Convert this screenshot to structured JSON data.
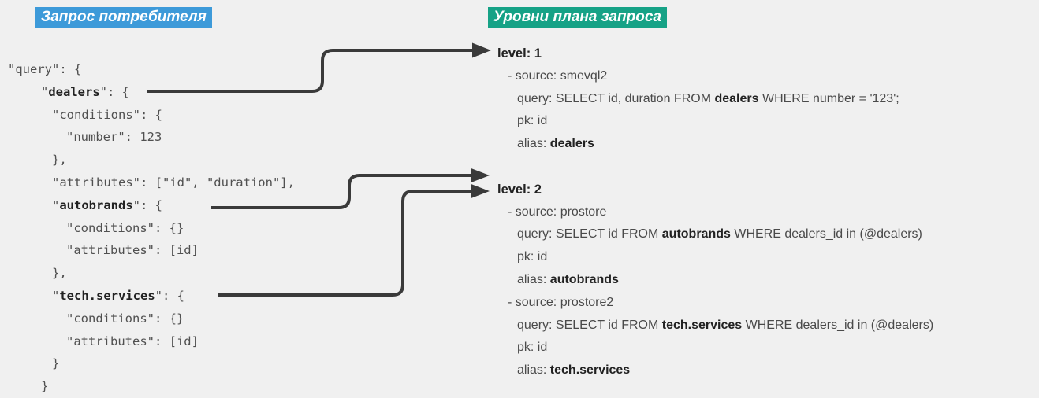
{
  "canvas": {
    "background": "#f0f0f0",
    "arrow_color": "#3a3a3a"
  },
  "left_panel": {
    "title": "Запрос потребителя",
    "title_bg": "#3d9ad9",
    "title_color": "#ffffff",
    "code_lines": [
      {
        "indent": 0,
        "segments": [
          {
            "t": "\"query\": {"
          }
        ]
      },
      {
        "indent": 1,
        "segments": [
          {
            "t": "\""
          },
          {
            "t": "dealers",
            "b": true
          },
          {
            "t": "\": {"
          }
        ]
      },
      {
        "indent": 2,
        "segments": [
          {
            "t": "\"conditions\": {"
          }
        ]
      },
      {
        "indent": 3,
        "segments": [
          {
            "t": "\"number\": 123"
          }
        ]
      },
      {
        "indent": 2,
        "segments": [
          {
            "t": "},"
          }
        ]
      },
      {
        "indent": 2,
        "segments": [
          {
            "t": "\"attributes\": [\"id\", \"duration\"],"
          }
        ]
      },
      {
        "indent": 2,
        "segments": [
          {
            "t": "\""
          },
          {
            "t": "autobrands",
            "b": true
          },
          {
            "t": "\": {"
          }
        ]
      },
      {
        "indent": 3,
        "segments": [
          {
            "t": "\"conditions\": {}"
          }
        ]
      },
      {
        "indent": 3,
        "segments": [
          {
            "t": "\"attributes\": [id]"
          }
        ]
      },
      {
        "indent": 2,
        "segments": [
          {
            "t": "},"
          }
        ]
      },
      {
        "indent": 2,
        "segments": [
          {
            "t": "\""
          },
          {
            "t": "tech.services",
            "b": true
          },
          {
            "t": "\": {"
          }
        ]
      },
      {
        "indent": 3,
        "segments": [
          {
            "t": "\"conditions\": {}"
          }
        ]
      },
      {
        "indent": 3,
        "segments": [
          {
            "t": "\"attributes\": [id]"
          }
        ]
      },
      {
        "indent": 2,
        "segments": [
          {
            "t": "}"
          }
        ]
      },
      {
        "indent": 1,
        "segments": [
          {
            "t": "}"
          }
        ]
      }
    ]
  },
  "right_panel": {
    "title": "Уровни плана запроса",
    "title_bg": "#16a286",
    "title_color": "#ffffff",
    "levels": [
      {
        "label": "level: 1",
        "entries": [
          {
            "source_line": [
              {
                "t": "- source: smevql2"
              }
            ],
            "lines": [
              [
                {
                  "t": "query: SELECT id, duration FROM "
                },
                {
                  "t": "dealers",
                  "b": true
                },
                {
                  "t": " WHERE number = '123';"
                }
              ],
              [
                {
                  "t": "pk: id"
                }
              ],
              [
                {
                  "t": "alias: "
                },
                {
                  "t": "dealers",
                  "b": true
                }
              ]
            ]
          }
        ]
      },
      {
        "label": "level: 2",
        "entries": [
          {
            "source_line": [
              {
                "t": "- source: prostore"
              }
            ],
            "lines": [
              [
                {
                  "t": "query: SELECT id FROM "
                },
                {
                  "t": "autobrands",
                  "b": true
                },
                {
                  "t": " WHERE dealers_id in (@dealers)"
                }
              ],
              [
                {
                  "t": "pk: id"
                }
              ],
              [
                {
                  "t": "alias: "
                },
                {
                  "t": "autobrands",
                  "b": true
                }
              ]
            ]
          },
          {
            "source_line": [
              {
                "t": "- source: prostore2"
              }
            ],
            "lines": [
              [
                {
                  "t": "query: SELECT id FROM "
                },
                {
                  "t": "tech.services",
                  "b": true
                },
                {
                  "t": " WHERE dealers_id in (@dealers)"
                }
              ],
              [
                {
                  "t": "pk: id"
                }
              ],
              [
                {
                  "t": "alias: "
                },
                {
                  "t": "tech.services",
                  "b": true
                }
              ]
            ]
          }
        ]
      }
    ]
  },
  "arrows": [
    {
      "from": "dealers",
      "to": "level: 1"
    },
    {
      "from": "autobrands",
      "to": "level: 2"
    },
    {
      "from": "tech.services",
      "to": "level: 2"
    }
  ]
}
